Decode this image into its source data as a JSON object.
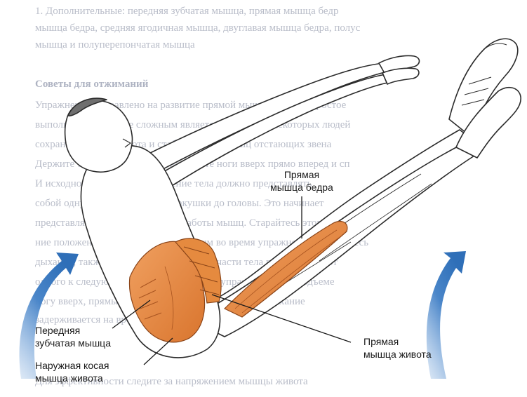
{
  "labels": {
    "rectus_femoris": {
      "line1": "Прямая",
      "line2": "мышца бедра"
    },
    "serratus_anterior": {
      "line1": "Передняя",
      "line2": "зубчатая мышца"
    },
    "external_oblique": {
      "line1": "Наружная косая",
      "line2": "мышца живота"
    },
    "rectus_abdominis": {
      "line1": "Прямая",
      "line2": "мышца живота"
    }
  },
  "background_text": [
    "1. Дополнительные: передняя зубчатая мышца, прямая мышца бедр",
    "мышца бедра, средняя ягодичная мышца, двуглавая мышца бедра, полус",
    "мышца и полуперепончатая мышца",
    "Советы для отжиманий",
    "Упражнение направлено на развитие прямой мышцы живота простое",
    "выполнения, но более сложным является то, что для некоторых людей",
    "сохранение силы живота и стабилизацию мышц отстающих звена",
    "Держите тело в одной линии, направьте ноги вверх прямо вперед и сп",
    "И исходное положение, положение тела должно представлять",
    "собой одну прямую линию от макушки до головы. Это начинает",
    "представлять, точкой опоры для работы мышц. Старайтесь этого поне",
    "ние положения он прямой и спокойным во время упражнения. Старайтесь",
    "дыхание, также напряжение в основной части тела при переходе от",
    "одного к следующему этапу выполнения упражнения при подъеме",
    "ногу вверх, прямые мышцы живота напрягаются, а дыхание",
    "задерживается на время",
    "Для эффективности следите за напряжением мышцы живота"
  ],
  "colors": {
    "muscle_orange": "#e58a3f",
    "muscle_dark": "#b55a22",
    "arrow_blue": "#3e7fc6",
    "outline": "#2b2b2b",
    "background_text": "#b9bdc9"
  }
}
